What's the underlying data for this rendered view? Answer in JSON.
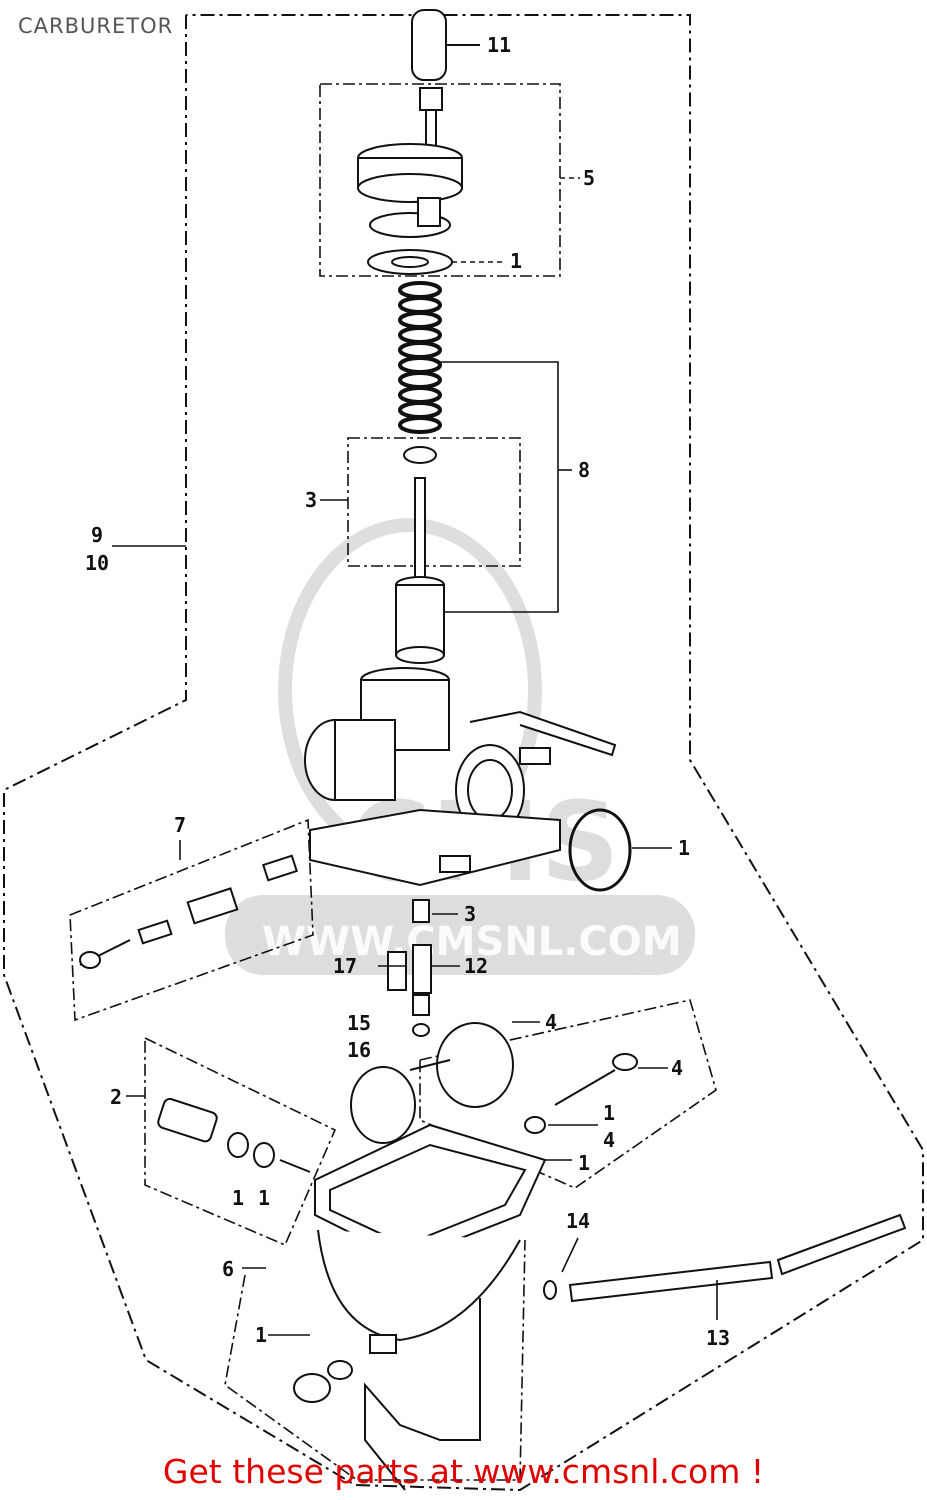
{
  "title": "CARBURETOR",
  "footer": "Get these parts at www.cmsnl.com !",
  "watermark": {
    "url": "WWW.CMSNL.COM",
    "logo": "CMS"
  },
  "callouts": [
    {
      "id": "c11",
      "text": "11"
    },
    {
      "id": "c5",
      "text": "5"
    },
    {
      "id": "c1a",
      "text": "1"
    },
    {
      "id": "c8",
      "text": "8"
    },
    {
      "id": "c3a",
      "text": "3"
    },
    {
      "id": "c9",
      "text": "9"
    },
    {
      "id": "c10",
      "text": "10"
    },
    {
      "id": "c7",
      "text": "7"
    },
    {
      "id": "c1b",
      "text": "1"
    },
    {
      "id": "c3b",
      "text": "3"
    },
    {
      "id": "c17",
      "text": "17"
    },
    {
      "id": "c12",
      "text": "12"
    },
    {
      "id": "c15",
      "text": "15"
    },
    {
      "id": "c16",
      "text": "16"
    },
    {
      "id": "c4a",
      "text": "4"
    },
    {
      "id": "c4b",
      "text": "4"
    },
    {
      "id": "c2",
      "text": "2"
    },
    {
      "id": "c1c",
      "text": "1"
    },
    {
      "id": "c4c",
      "text": "4"
    },
    {
      "id": "c1d",
      "text": "1"
    },
    {
      "id": "c1e",
      "text": "1"
    },
    {
      "id": "c1f",
      "text": "1"
    },
    {
      "id": "c14",
      "text": "14"
    },
    {
      "id": "c6",
      "text": "6"
    },
    {
      "id": "c13",
      "text": "13"
    },
    {
      "id": "c1g",
      "text": "1"
    }
  ]
}
